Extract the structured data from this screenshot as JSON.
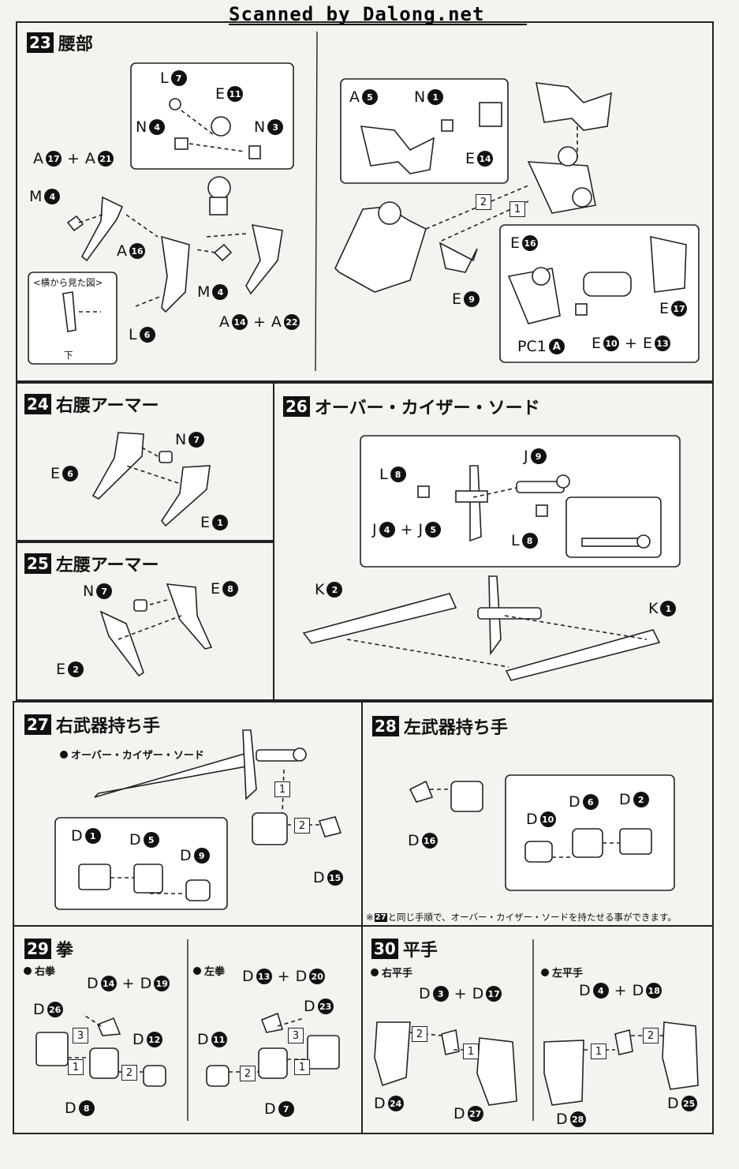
{
  "header": {
    "scan_credit": "Scanned by Dalong.net"
  },
  "sections": {
    "s23": {
      "num": "23",
      "title": "腰部",
      "side_view": "<横から見た図>",
      "down": "下",
      "labels": {
        "l7": "L",
        "e11": "E",
        "n4a": "N",
        "n3": "N",
        "a17": "A",
        "a21": "A",
        "m4a": "M",
        "a16": "A",
        "m4b": "M",
        "a14": "A",
        "a22": "A",
        "l6": "L",
        "a5": "A",
        "n1": "N",
        "e14": "E",
        "e9": "E",
        "e16": "E",
        "e17": "E",
        "pc1": "PC1",
        "e10": "E",
        "e13": "E"
      },
      "nums": {
        "l7": "7",
        "e11": "11",
        "n4a": "4",
        "n3": "3",
        "a17": "17",
        "a21": "21",
        "m4a": "4",
        "a16": "16",
        "m4b": "4",
        "a14": "14",
        "a22": "22",
        "l6": "6",
        "a5": "5",
        "n1": "1",
        "e14": "14",
        "e9": "9",
        "e16": "16",
        "e17": "17",
        "pc1": "A",
        "e10": "10",
        "e13": "13"
      },
      "steps": {
        "s1": "1",
        "s2": "2"
      }
    },
    "s24": {
      "num": "24",
      "title": "右腰アーマー",
      "labels": {
        "n7": "N",
        "e6": "E",
        "e1": "E"
      },
      "nums": {
        "n7": "7",
        "e6": "6",
        "e1": "1"
      }
    },
    "s25": {
      "num": "25",
      "title": "左腰アーマー",
      "labels": {
        "n7": "N",
        "e8": "E",
        "e2": "E"
      },
      "nums": {
        "n7": "7",
        "e8": "8",
        "e2": "2"
      }
    },
    "s26": {
      "num": "26",
      "title": "オーバー・カイザー・ソード",
      "labels": {
        "l8a": "L",
        "j9": "J",
        "j4": "J",
        "j5": "J",
        "l8b": "L",
        "k2": "K",
        "k1": "K"
      },
      "nums": {
        "l8a": "8",
        "j9": "9",
        "j4": "4",
        "j5": "5",
        "l8b": "8",
        "k2": "2",
        "k1": "1"
      }
    },
    "s27": {
      "num": "27",
      "title": "右武器持ち手",
      "sword": "オーバー・カイザー・ソード",
      "labels": {
        "d1": "D",
        "d5": "D",
        "d9": "D",
        "d15": "D"
      },
      "nums": {
        "d1": "1",
        "d5": "5",
        "d9": "9",
        "d15": "15"
      },
      "steps": {
        "s1": "1",
        "s2": "2"
      }
    },
    "s28": {
      "num": "28",
      "title": "左武器持ち手",
      "labels": {
        "d16": "D",
        "d10": "D",
        "d6": "D",
        "d2": "D"
      },
      "nums": {
        "d16": "16",
        "d10": "10",
        "d6": "6",
        "d2": "2"
      },
      "note_ref": "27",
      "note": "と同じ手順で、オーバー・カイザー・ソードを持たせる事ができます。",
      "note_mark": "※"
    },
    "s29": {
      "num": "29",
      "title": "拳",
      "right": "右拳",
      "left": "左拳",
      "labels": {
        "d14": "D",
        "d19": "D",
        "d26": "D",
        "d12": "D",
        "d8": "D",
        "d13": "D",
        "d20": "D",
        "d23": "D",
        "d11": "D",
        "d7": "D"
      },
      "nums": {
        "d14": "14",
        "d19": "19",
        "d26": "26",
        "d12": "12",
        "d8": "8",
        "d13": "13",
        "d20": "20",
        "d23": "23",
        "d11": "11",
        "d7": "7"
      },
      "steps": {
        "s1": "1",
        "s2": "2",
        "s3": "3"
      }
    },
    "s30": {
      "num": "30",
      "title": "平手",
      "right": "右平手",
      "left": "左平手",
      "labels": {
        "d3": "D",
        "d17": "D",
        "d24": "D",
        "d27": "D",
        "d4": "D",
        "d18": "D",
        "d25": "D",
        "d28": "D"
      },
      "nums": {
        "d3": "3",
        "d17": "17",
        "d24": "24",
        "d27": "27",
        "d4": "4",
        "d18": "18",
        "d25": "25",
        "d28": "28"
      },
      "steps": {
        "s1": "1",
        "s2": "2"
      }
    }
  }
}
